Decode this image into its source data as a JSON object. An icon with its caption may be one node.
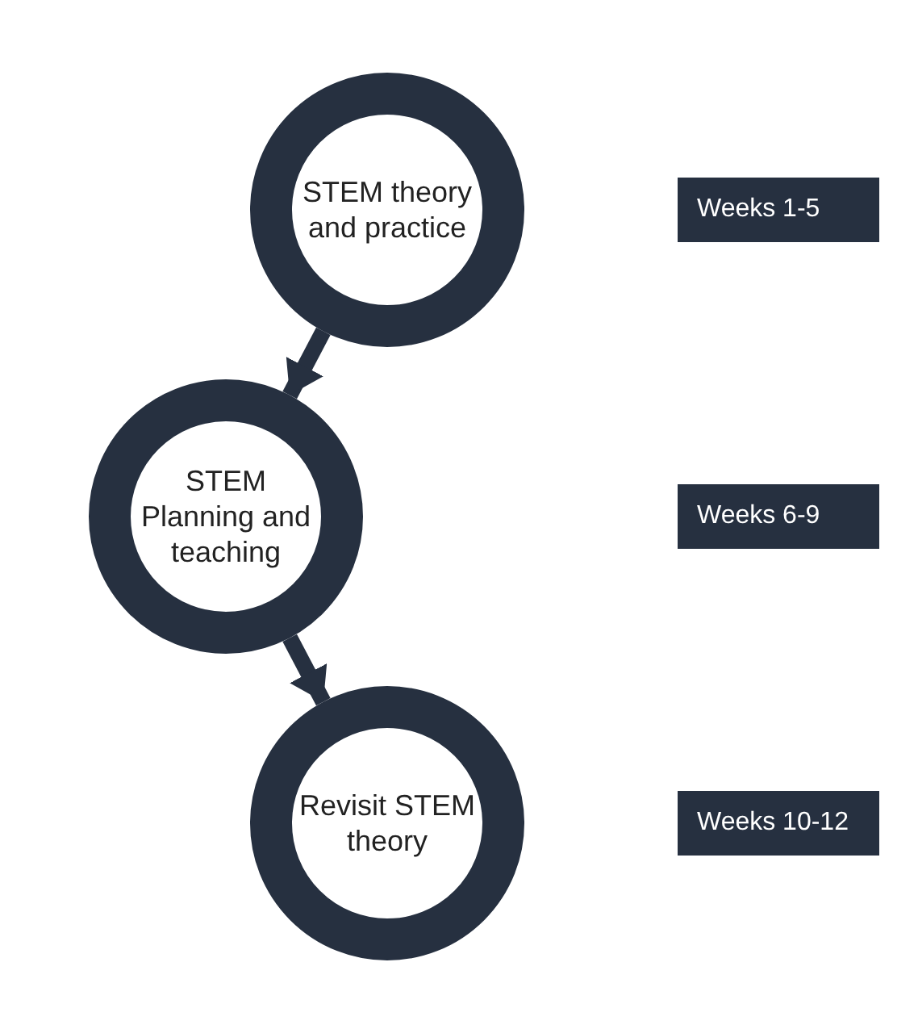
{
  "diagram": {
    "nodes": [
      {
        "text": [
          "STEM theory and practice"
        ]
      },
      {
        "text": [
          "Weeks 1-5"
        ]
      },
      {
        "text": [
          "STEM Planning and teaching"
        ]
      },
      {
        "text": [
          "Weeks 6-9"
        ]
      },
      {
        "text": [
          "Revisit STEM theory"
        ]
      },
      {
        "text": [
          "Weeks 10-12"
        ]
      }
    ],
    "edges": [
      {
        "from": 0,
        "to": 2,
        "arrow": "to"
      },
      {
        "from": 2,
        "to": 4,
        "arrow": "to"
      }
    ]
  }
}
